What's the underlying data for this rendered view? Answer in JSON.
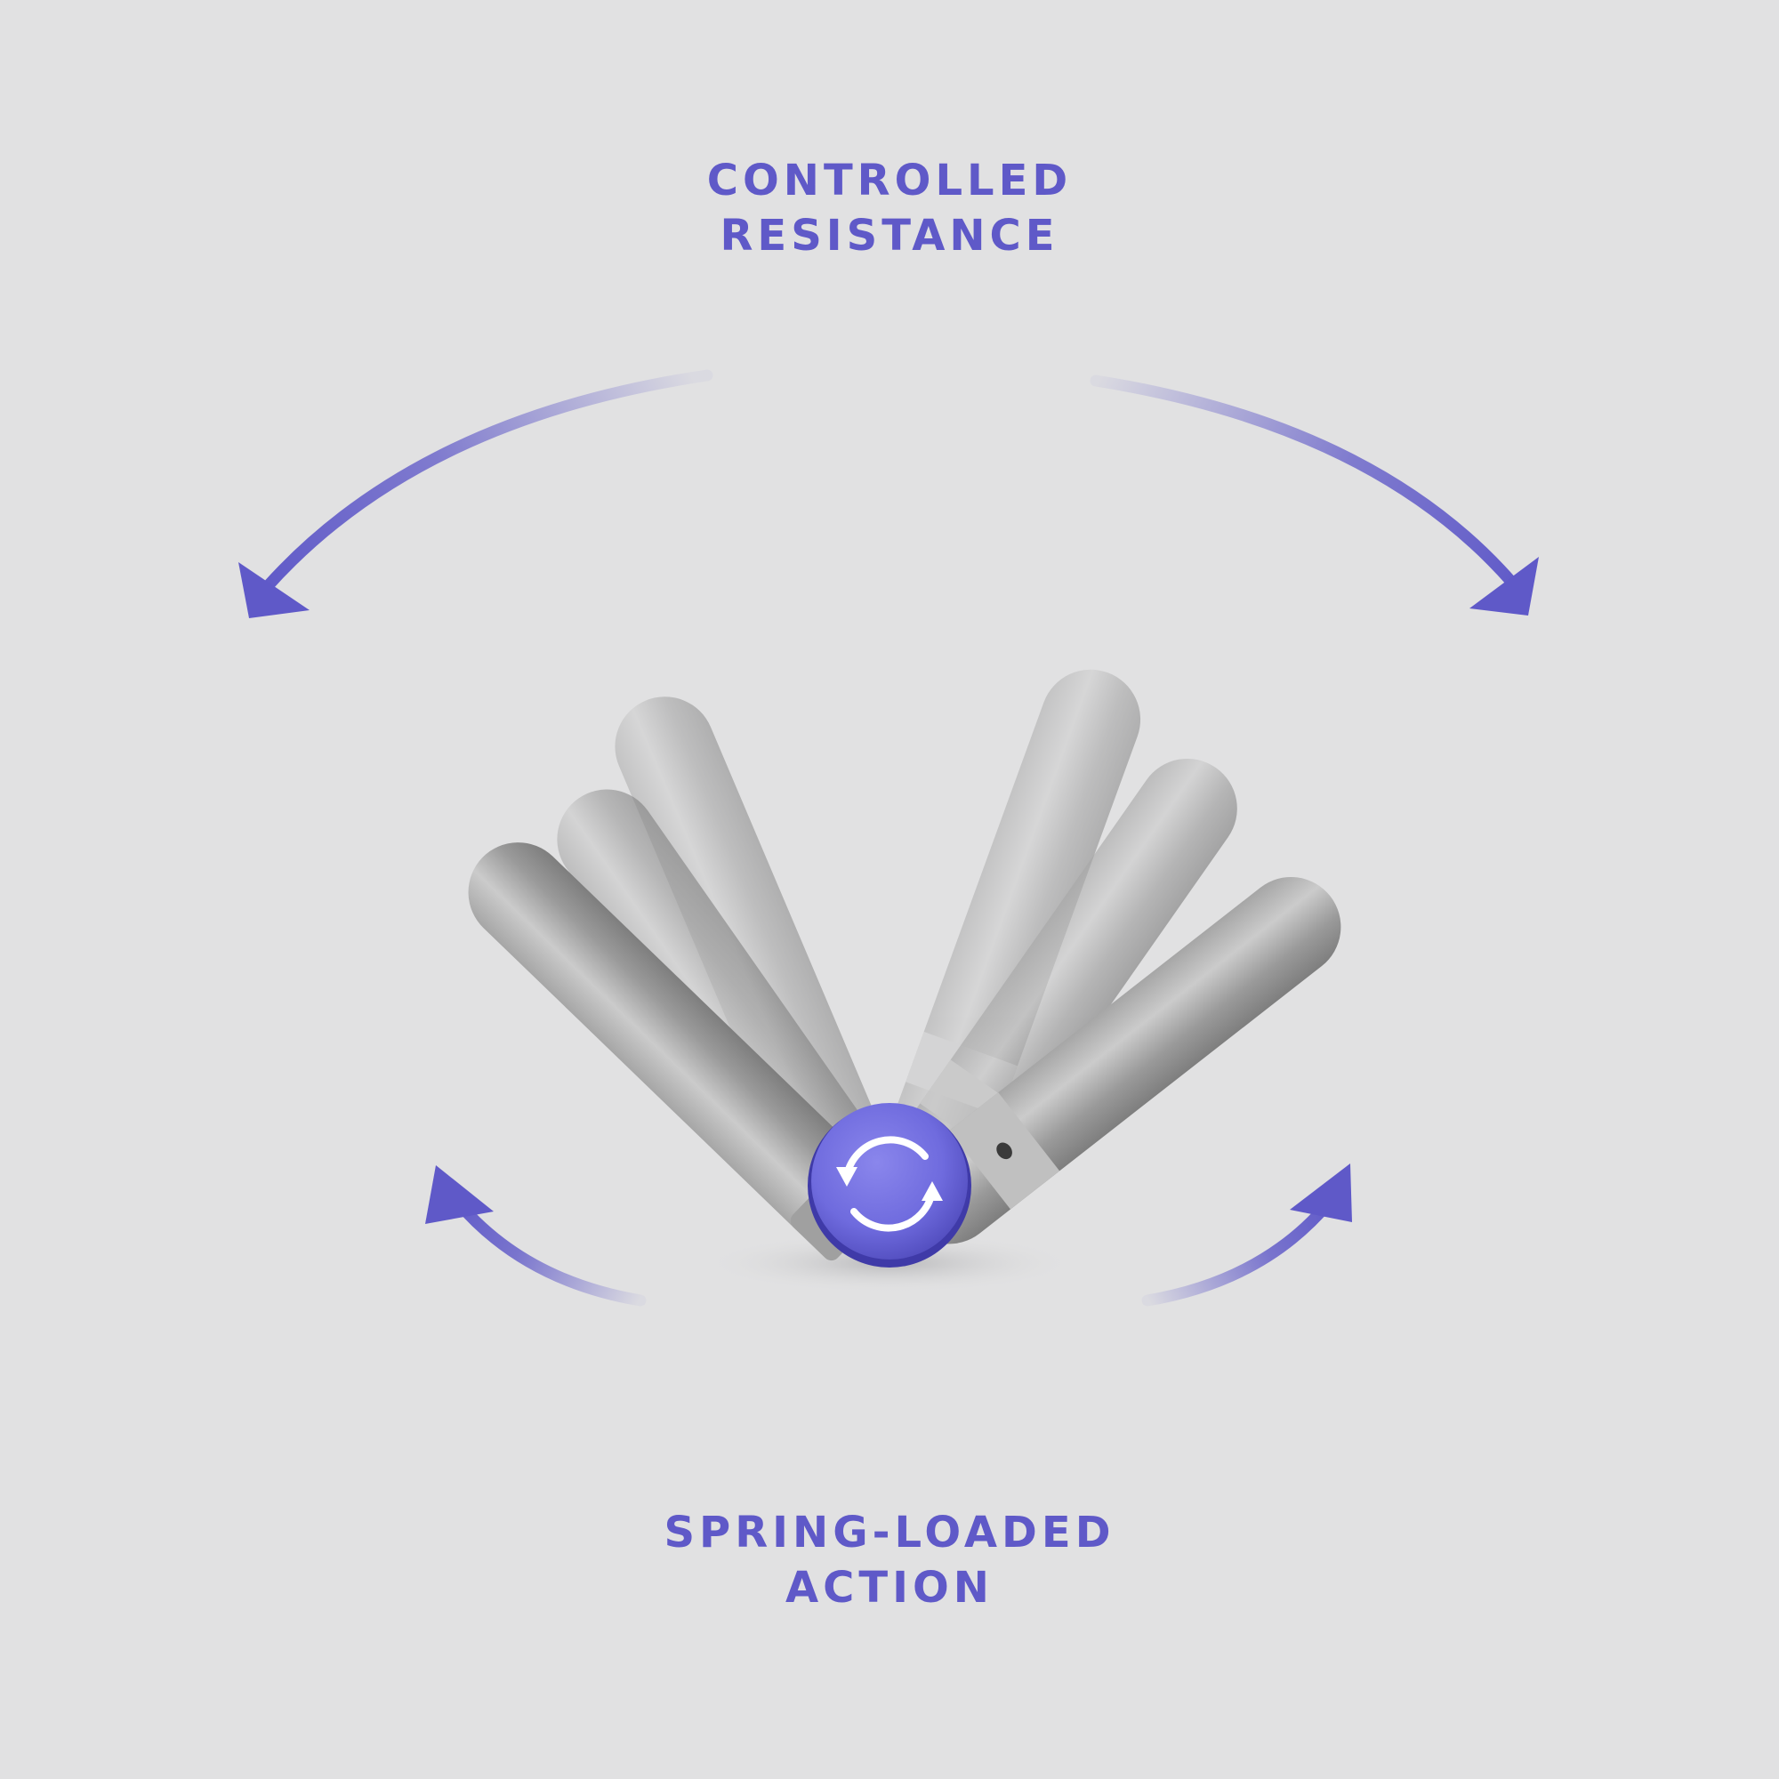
{
  "headline_top": {
    "line1": "CONTROLLED",
    "line2": "RESISTANCE"
  },
  "headline_bottom": {
    "line1": "SPRING-LOADED",
    "line2": "ACTION"
  },
  "colors": {
    "background": "#e1e1e2",
    "accent": "#5f59c8",
    "hinge": "#726ee0",
    "bar_dark": "#8d8d8d",
    "bar_light": "#b9b9b9"
  },
  "icons": {
    "hinge": "rotate-arrows-icon",
    "arrows": "curved-arrow-icon"
  }
}
